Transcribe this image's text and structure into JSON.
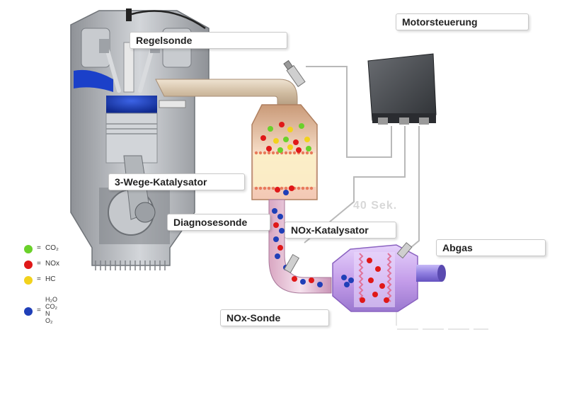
{
  "labels": {
    "regelsonde": "Regelsonde",
    "motorsteuerung": "Motorsteuerung",
    "three_way_cat": "3-Wege-Katalysator",
    "diagnosesonde": "Diagnosesonde",
    "nox_kat": "NOx-Katalysator",
    "abgas": "Abgas",
    "nox_sonde": "NOx-Sonde"
  },
  "timer": "40 Sek.",
  "legend": [
    {
      "color": "#6ad12a",
      "eq": "=",
      "text": "CO₂"
    },
    {
      "color": "#e01818",
      "eq": "=",
      "text": "NOx"
    },
    {
      "color": "#f2d21c",
      "eq": "=",
      "text": "HC"
    }
  ],
  "legend_products": {
    "color": "#1f3fb8",
    "eq": "=",
    "lines": [
      "H₂O",
      "CO₂",
      "N",
      "O₂"
    ]
  },
  "colors": {
    "engine_gray": "#b9bcc0",
    "piston_blue": "#1b40c9",
    "pipe_tan": "#d9c7b0",
    "cat_glow": "#f2c9a8",
    "nox_cat_body": "#c9a8ee",
    "tailpipe": "#8f7ee0",
    "ecu_dark": "#4a4d52",
    "wire_gray": "#b8b8b8"
  },
  "icons": {
    "engine": "engine-cutaway-icon",
    "ecu": "engine-control-unit-icon",
    "sensor": "lambda-sensor-icon"
  }
}
